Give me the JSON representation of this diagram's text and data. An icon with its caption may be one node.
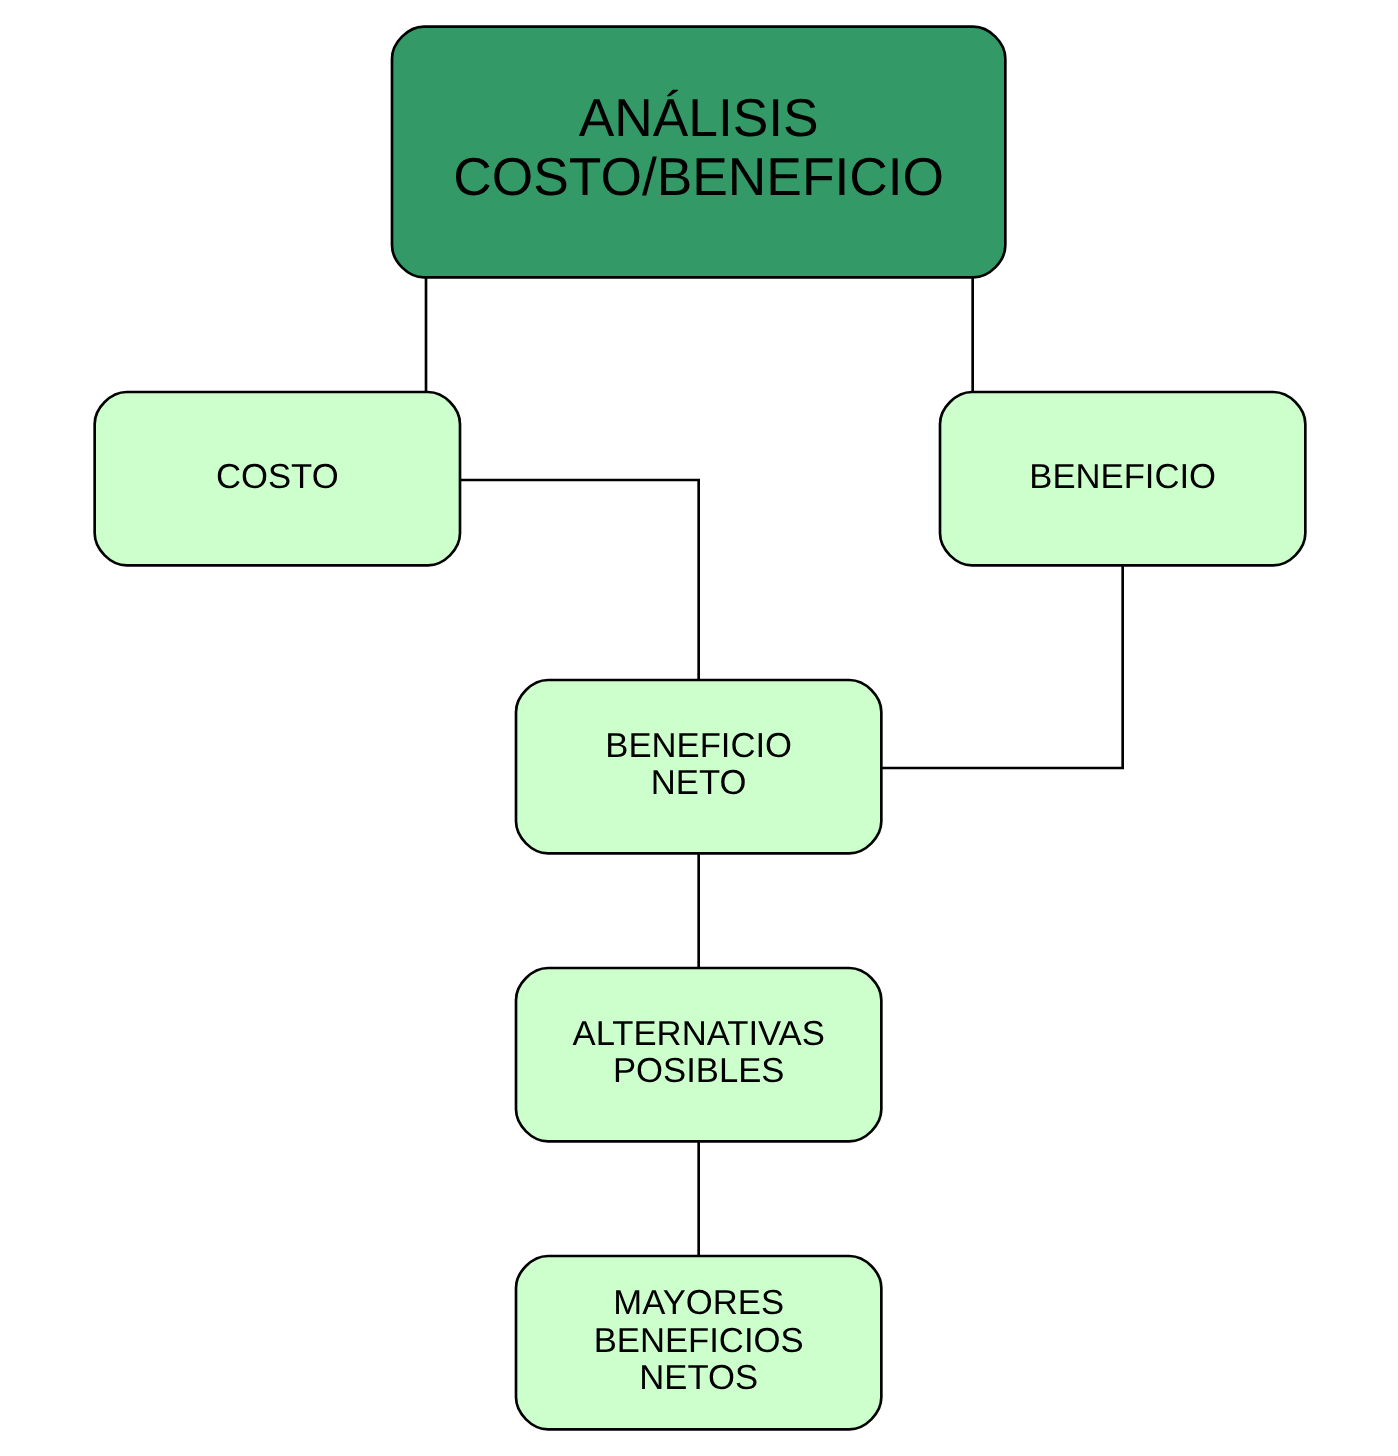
{
  "diagram": {
    "nodes": [
      {
        "text": [
          "ANÁLISIS COSTO/BENEFICIO"
        ]
      },
      {
        "text": [
          "COSTO"
        ]
      },
      {
        "text": [
          "BENEFICIO"
        ]
      },
      {
        "text": [
          "BENEFICIO NETO"
        ]
      },
      {
        "text": [
          "ALTERNATIVAS POSIBLES"
        ]
      },
      {
        "text": [
          "MAYORES BENEFICIOS NETOS"
        ]
      }
    ],
    "edges": [
      {
        "from": 0,
        "to": 1,
        "arrow": "none"
      },
      {
        "from": 0,
        "to": 2,
        "arrow": "none"
      },
      {
        "from": 1,
        "to": 3,
        "arrow": "none"
      },
      {
        "from": 2,
        "to": 3,
        "arrow": "none"
      },
      {
        "from": 3,
        "to": 4,
        "arrow": "none"
      },
      {
        "from": 4,
        "to": 5,
        "arrow": "none"
      }
    ]
  }
}
